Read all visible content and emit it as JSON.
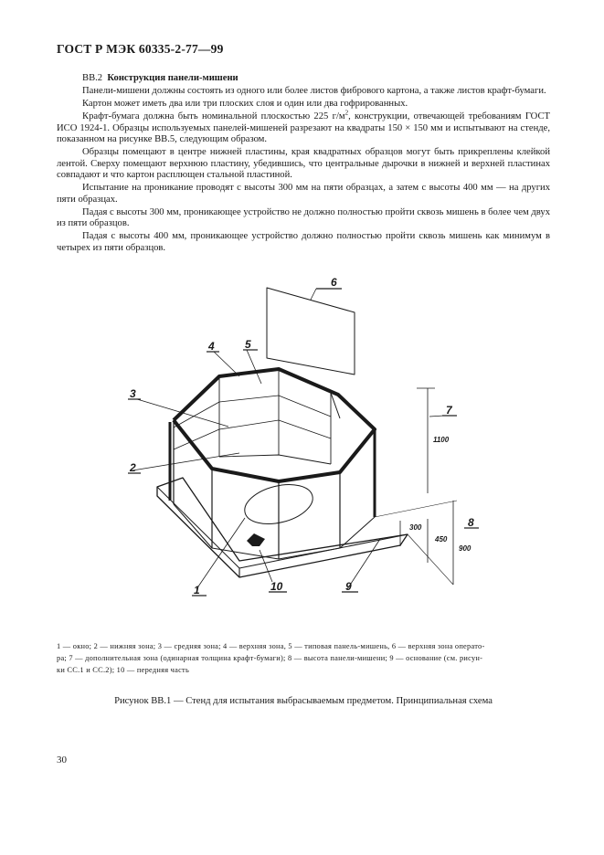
{
  "header": "ГОСТ Р МЭК 60335-2-77—99",
  "section": {
    "number": "ВВ.2",
    "title": "Конструкция панели-мишени"
  },
  "paragraphs": {
    "p1": "Панели-мишени должны состоять из одного или более листов фибрового картона, а также листов крафт-бумаги.",
    "p2": "Картон может иметь два или три плоских слоя и один или два гофрированных.",
    "p3a": "Крафт-бумага должна быть номинальной плоскостью 225 г/м",
    "p3sup": "2",
    "p3b": ", конструкции, отвечающей требованиям ГОСТ ИСО 1924-1. Образцы используемых панелей-мишеней разрезают на квадраты 150 × 150 мм и испытывают на стенде, показанном на рисунке ВВ.5, следующим образом.",
    "p4": "Образцы помещают в центре нижней пластины, края квадратных образцов могут быть прикреплены клейкой лентой. Сверху помещают верхнюю пластину, убедившись, что центральные дырочки в нижней и верхней пластинах совпадают и что картон расплющен стальной пластиной.",
    "p5": "Испытание на проникание проводят с высоты 300 мм на пяти образцах, а затем с высоты 400 мм — на других пяти образцах.",
    "p6": "Падая с высоты 300 мм, проникающее устройство не должно полностью пройти сквозь мишень в более чем двух из пяти образцов.",
    "p7": "Падая с высоты 400 мм, проникающее устройство должно полностью пройти сквозь мишень как минимум в четырех из пяти образцов."
  },
  "figure": {
    "labels": [
      "1",
      "2",
      "3",
      "4",
      "5",
      "6",
      "7",
      "8",
      "9",
      "10"
    ],
    "dimensions": [
      "1100",
      "300",
      "450",
      "900"
    ]
  },
  "legend": {
    "line1": "1 — окно; 2 — нижняя зона; 3 — средняя зона; 4 — верхняя зона, 5 — типовая панель-мишень, 6 — верхняя зона операто-",
    "line2": "ра; 7 — дополнительная зона (одинарная толщина крафт-бумаги); 8 — высота панели-мишени; 9 — основание (см. рисун-",
    "line3": "ки СС.1 и СС.2); 10 — передняя часть"
  },
  "caption": "Рисунок ВВ.1 — Стенд для испытания выбрасываемым предметом. Принципиальная схема",
  "page_number": "30"
}
